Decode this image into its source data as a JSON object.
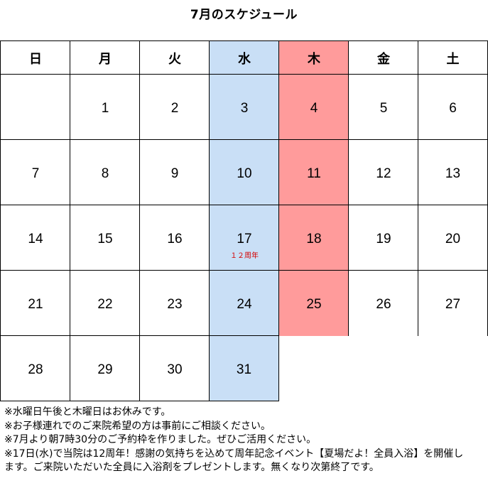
{
  "title": "7月のスケジュール",
  "colors": {
    "wednesday_closed": "#c9dff6",
    "thursday_closed": "#ff9b9b",
    "anniversary_note": "#d50000"
  },
  "weekdays": [
    "日",
    "月",
    "火",
    "水",
    "木",
    "金",
    "土"
  ],
  "highlighted_columns": {
    "水": "wednesday_closed",
    "木": "thursday_closed"
  },
  "weeks": [
    [
      "",
      "1",
      "2",
      "3",
      "4",
      "5",
      "6"
    ],
    [
      "7",
      "8",
      "9",
      "10",
      "11",
      "12",
      "13"
    ],
    [
      "14",
      "15",
      "16",
      "17",
      "18",
      "19",
      "20"
    ],
    [
      "21",
      "22",
      "23",
      "24",
      "25",
      "26",
      "27"
    ],
    [
      "28",
      "29",
      "30",
      "31",
      "",
      "",
      ""
    ]
  ],
  "cell_notes": {
    "17": "１２周年"
  },
  "notes": [
    "※水曜日午後と木曜日はお休みです。",
    "※お子様連れでのご来院希望の方は事前にご相談ください。",
    "※7月より朝7時30分のご予約枠を作りました。ぜひご活用ください。",
    "※17日(水)で当院は12周年！感謝の気持ちを込めて周年記念イベント【夏場だよ！全員入浴】を開催し",
    "ます。ご来院いただいた全員に入浴剤をプレゼントします。無くなり次第終了です。"
  ]
}
